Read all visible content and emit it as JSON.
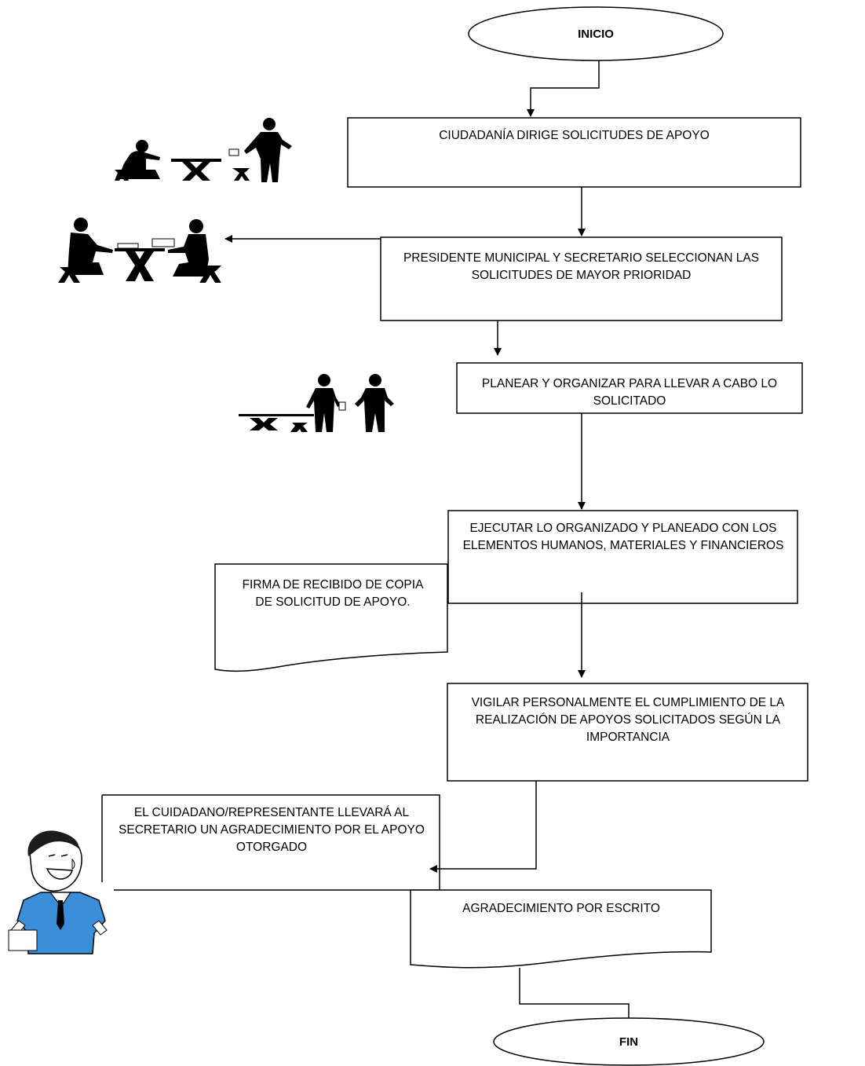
{
  "diagram": {
    "start": "INICIO",
    "end": "FIN",
    "steps": [
      "CIUDADANÍA DIRIGE SOLICITUDES DE APOYO",
      "PRESIDENTE MUNICIPAL Y SECRETARIO SELECCIONAN LAS SOLICITUDES DE MAYOR PRIORIDAD",
      "PLANEAR Y ORGANIZAR PARA LLEVAR A CABO LO SOLICITADO",
      "EJECUTAR LO ORGANIZADO Y PLANEADO CON LOS ELEMENTOS HUMANOS, MATERIALES Y FINANCIEROS",
      "VIGILAR PERSONALMENTE EL CUMPLIMIENTO DE LA REALIZACIÓN DE APOYOS SOLICITADOS SEGÚN LA IMPORTANCIA",
      "EL CUIDADANO/REPRESENTANTE LLEVARÁ AL SECRETARIO UN AGRADECIMIENTO POR EL APOYO OTORGADO"
    ],
    "documents": [
      "FIRMA DE RECIBIDO DE COPIA DE SOLICITUD DE APOYO.",
      "AGRADECIMIENTO POR ESCRITO"
    ],
    "icons": [
      "citizen-at-desk-clipart",
      "two-people-at-table-clipart",
      "two-standing-people-clipart",
      "smiling-businessman-clipart"
    ],
    "colors": {
      "stroke": "#000000",
      "icon_fill": "#000000",
      "accent_blue": "#3a8fd8"
    }
  }
}
